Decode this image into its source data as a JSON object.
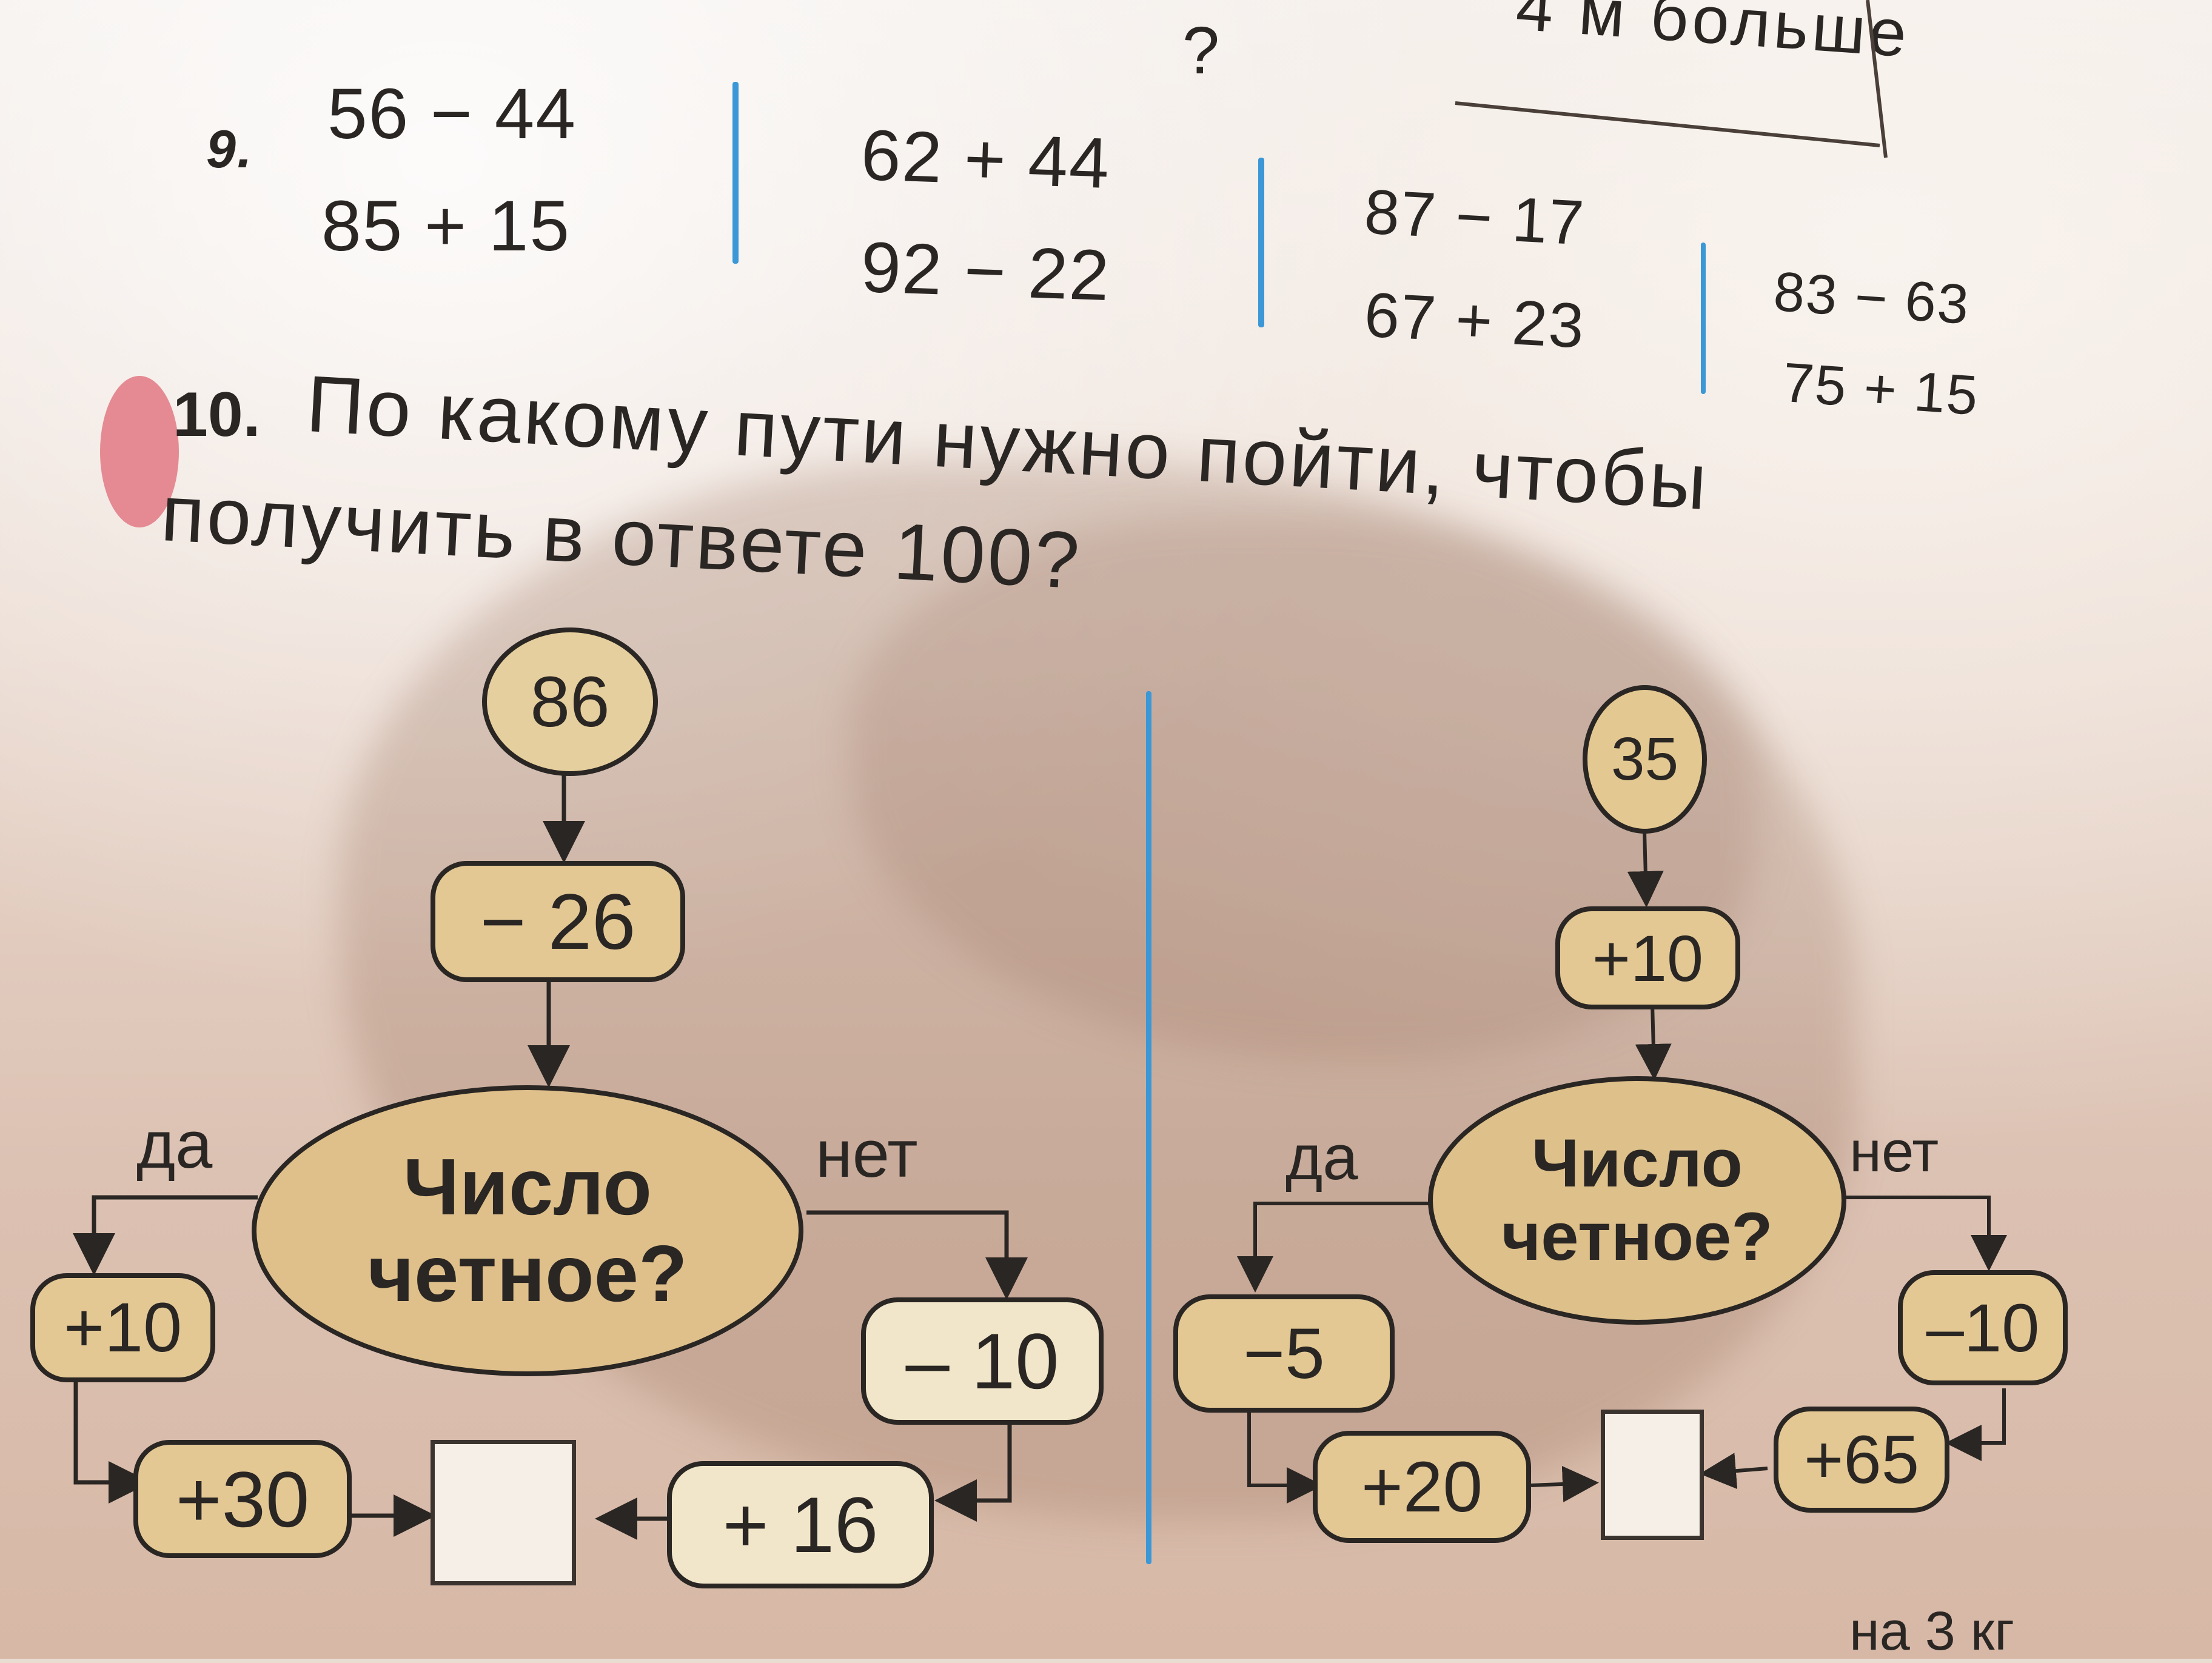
{
  "top": {
    "question_mark": "?",
    "note": "4 м больше"
  },
  "exercise9": {
    "number": "9.",
    "columns": [
      [
        "56 − 44",
        "85 + 15"
      ],
      [
        "62 + 44",
        "92 − 22"
      ],
      [
        "87 − 17",
        "67 + 23"
      ],
      [
        "83 − 63",
        "75 + 15"
      ]
    ]
  },
  "exercise10": {
    "number": "10.",
    "line1": "По   какому   пути   нужно   пойти,   чтобы",
    "line2": "получить  в  ответе  100?"
  },
  "left_flow": {
    "start": "86",
    "step1": "− 26",
    "question_line1": "Число",
    "question_line2": "четное?",
    "yes": "да",
    "no": "нет",
    "yes_op": "+10",
    "no_op": "– 10",
    "yes_op2": "+30",
    "no_op2": "+ 16",
    "answer": ""
  },
  "right_flow": {
    "start": "35",
    "step1": "+10",
    "question_line1": "Число",
    "question_line2": "четное?",
    "yes": "да",
    "no": "нет",
    "yes_op": "−5",
    "no_op": "–10",
    "yes_op2": "+20",
    "no_op2": "+65",
    "answer": ""
  },
  "bottom": {
    "fragment": "на   3 кг"
  },
  "colors": {
    "fill_dark": "#e2c48f",
    "fill_light": "#f1e6c9",
    "separator": "#3b97d6",
    "ink": "#2a2623"
  }
}
